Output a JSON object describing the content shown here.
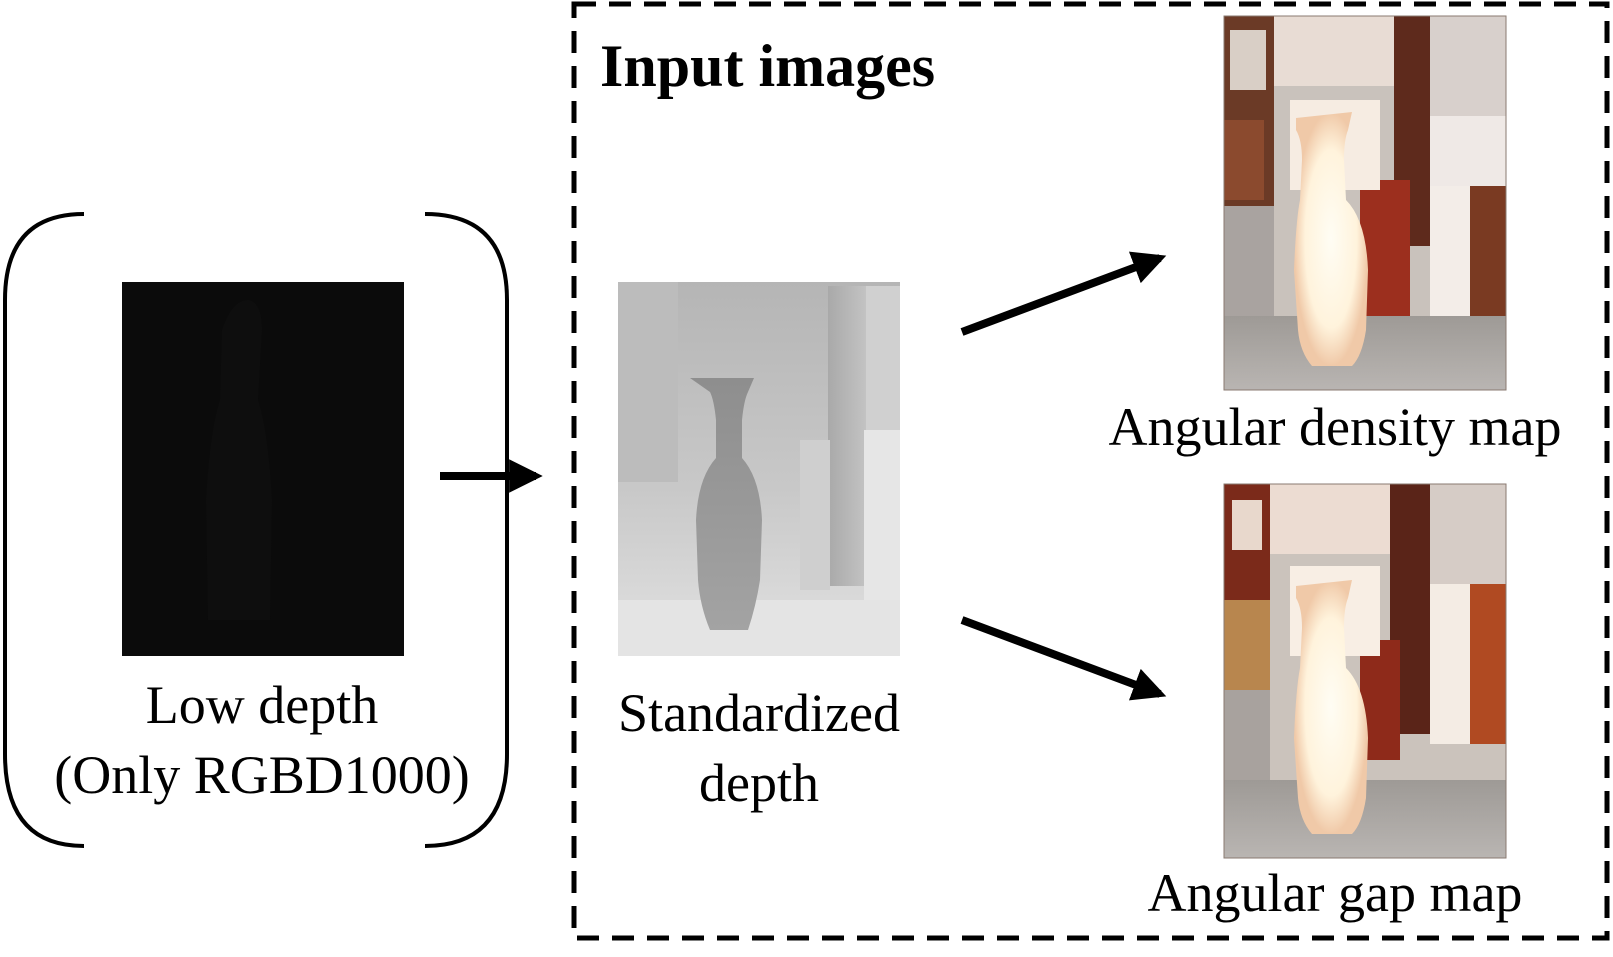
{
  "title": "Input images",
  "low_depth": {
    "label_line1": "Low depth",
    "label_line2": "(Only RGBD1000)"
  },
  "standardized_depth": {
    "label_line1": "Standardized",
    "label_line2": "depth"
  },
  "angular_density_map": {
    "label": "Angular density map"
  },
  "angular_gap_map": {
    "label": "Angular gap map"
  },
  "colors": {
    "stroke": "#000000",
    "low_depth_image": "#0b0b0b",
    "depth_gray": "#bdbdbd"
  }
}
